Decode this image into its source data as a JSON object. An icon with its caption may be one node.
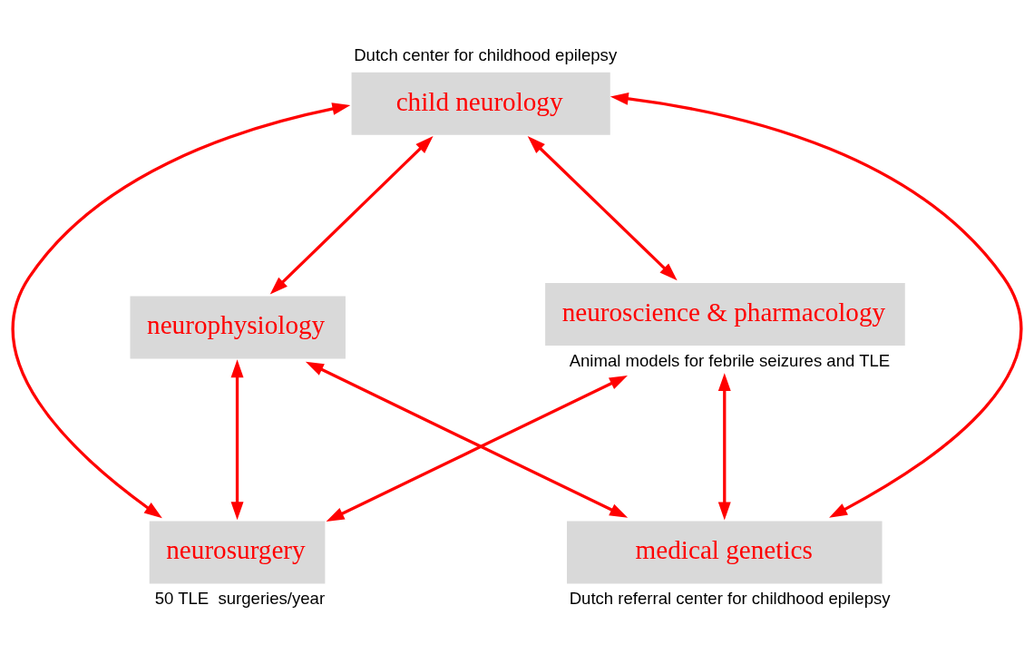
{
  "diagram": {
    "nodes": [
      {
        "text": [
          "child neurology"
        ],
        "beside": [
          "Dutch center for childhood epilepsy"
        ]
      },
      {
        "text": [
          "neurophysiology"
        ]
      },
      {
        "text": [
          "neuroscience & pharmacology"
        ],
        "beside": [
          "Animal models for febrile seizures and TLE"
        ]
      },
      {
        "text": [
          "neurosurgery"
        ],
        "beside": [
          "50 TLE  surgeries/year"
        ]
      },
      {
        "text": [
          "medical genetics"
        ],
        "beside": [
          "Dutch referral center for childhood epilepsy"
        ]
      }
    ],
    "edges": [
      {
        "from": 0,
        "to": 1,
        "arrow": "both"
      },
      {
        "from": 0,
        "to": 2,
        "arrow": "both"
      },
      {
        "from": 0,
        "to": 3,
        "arrow": "both"
      },
      {
        "from": 0,
        "to": 4,
        "arrow": "both"
      },
      {
        "from": 1,
        "to": 3,
        "arrow": "both"
      },
      {
        "from": 1,
        "to": 4,
        "arrow": "both"
      },
      {
        "from": 2,
        "to": 3,
        "arrow": "both"
      },
      {
        "from": 2,
        "to": 4,
        "arrow": "both"
      }
    ]
  }
}
